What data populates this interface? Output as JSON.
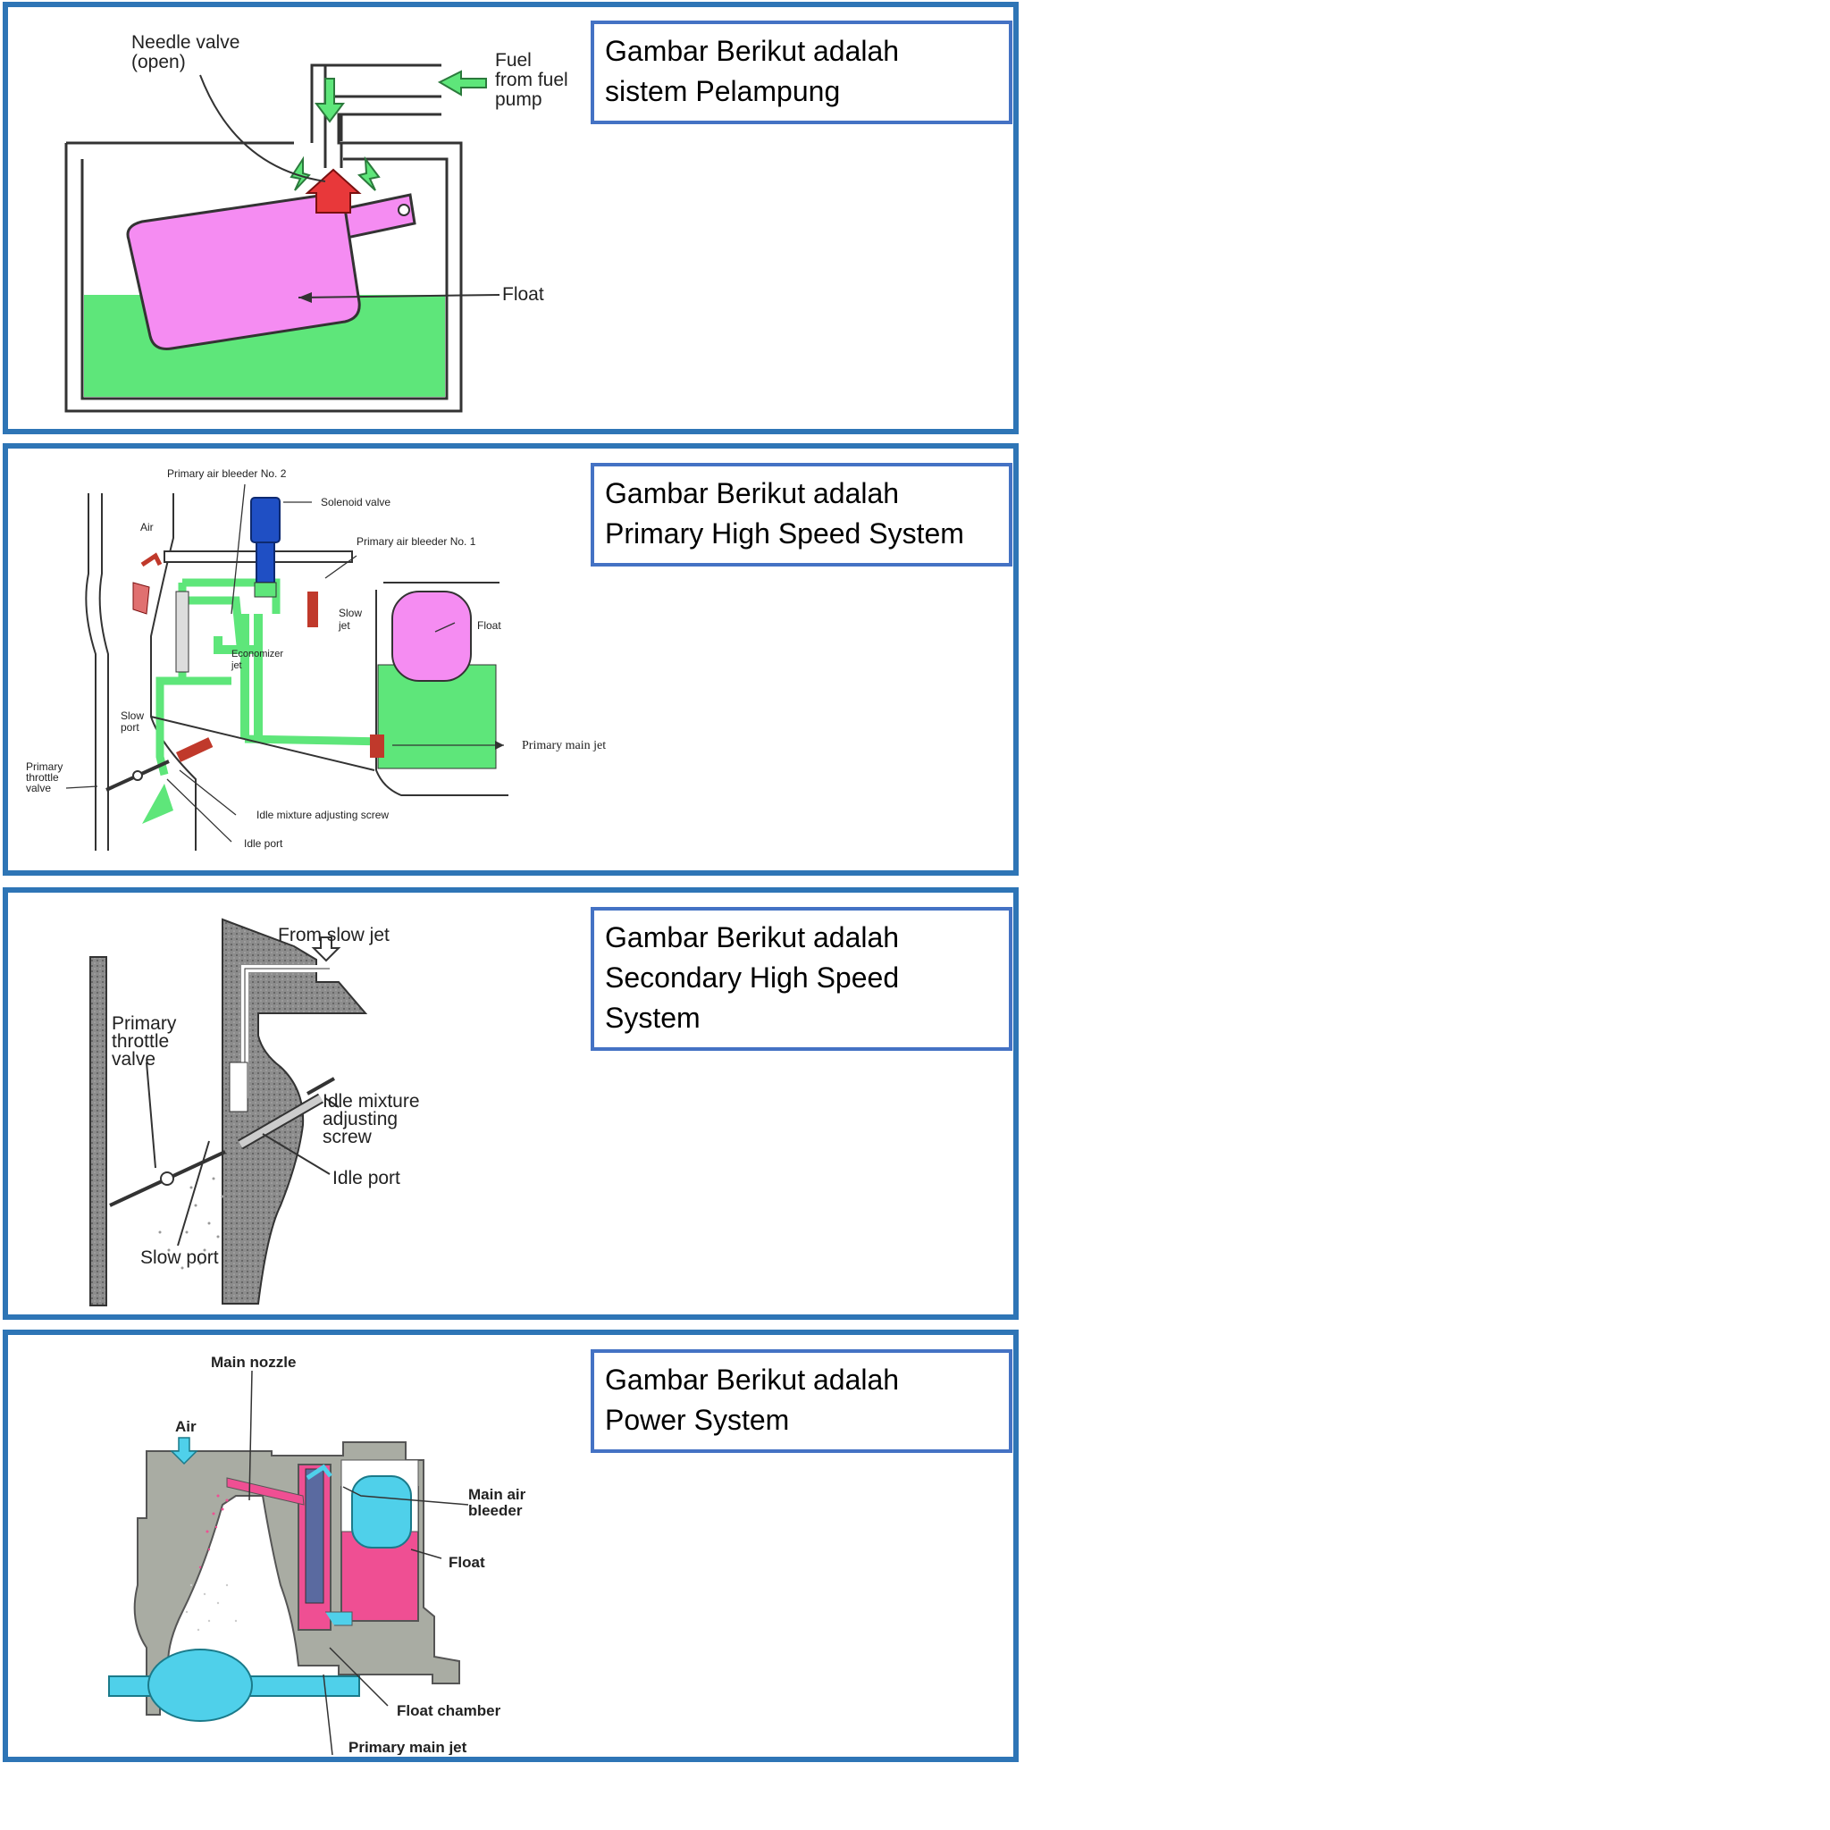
{
  "colors": {
    "panel_border": "#2e75b6",
    "caption_border": "#4472c4",
    "fuel_green": "#5ee67a",
    "float_pink": "#f58cf2",
    "arrow_red": "#e8383a",
    "solenoid_blue": "#1f4fc4",
    "jet_red": "#c0392b",
    "body_gray": "#8c8c8c",
    "power_gray": "#a9aca3",
    "power_cyan": "#4fd0ea",
    "power_pink": "#ef4f93"
  },
  "panels": [
    {
      "caption": [
        "Gambar Berikut adalah",
        "sistem Pelampung"
      ],
      "labels": {
        "needle_valve_1": "Needle valve",
        "needle_valve_2": "(open)",
        "fuel_1": "Fuel",
        "fuel_2": "from fuel",
        "fuel_3": "pump",
        "float": "Float"
      }
    },
    {
      "caption": [
        "Gambar Berikut adalah",
        "Primary High Speed System"
      ],
      "labels": {
        "air_bleeder_2": "Primary air bleeder No. 2",
        "solenoid": "Solenoid valve",
        "air_bleeder_1": "Primary air bleeder No. 1",
        "air": "Air",
        "slow_jet_1": "Slow",
        "slow_jet_2": "jet",
        "float": "Float",
        "economizer_1": "Economizer",
        "economizer_2": "jet",
        "slow_port_1": "Slow",
        "slow_port_2": "port",
        "throttle_1": "Primary",
        "throttle_2": "throttle",
        "throttle_3": "valve",
        "main_jet": "Primary main jet",
        "idle_screw": "Idle mixture adjusting screw",
        "idle_port": "Idle port"
      }
    },
    {
      "caption": [
        "Gambar Berikut adalah",
        "Secondary High Speed",
        "System"
      ],
      "labels": {
        "from_slow_jet": "From slow jet",
        "throttle_1": "Primary",
        "throttle_2": "throttle",
        "throttle_3": "valve",
        "idle_1": "Idle mixture",
        "idle_2": "adjusting",
        "idle_3": "screw",
        "idle_port": "Idle port",
        "slow_port": "Slow port"
      }
    },
    {
      "caption": [
        "Gambar Berikut adalah",
        "Power System"
      ],
      "labels": {
        "main_nozzle": "Main nozzle",
        "air": "Air",
        "main_air_1": "Main air",
        "main_air_2": "bleeder",
        "float": "Float",
        "float_chamber": "Float chamber",
        "main_jet": "Primary main jet"
      }
    }
  ]
}
